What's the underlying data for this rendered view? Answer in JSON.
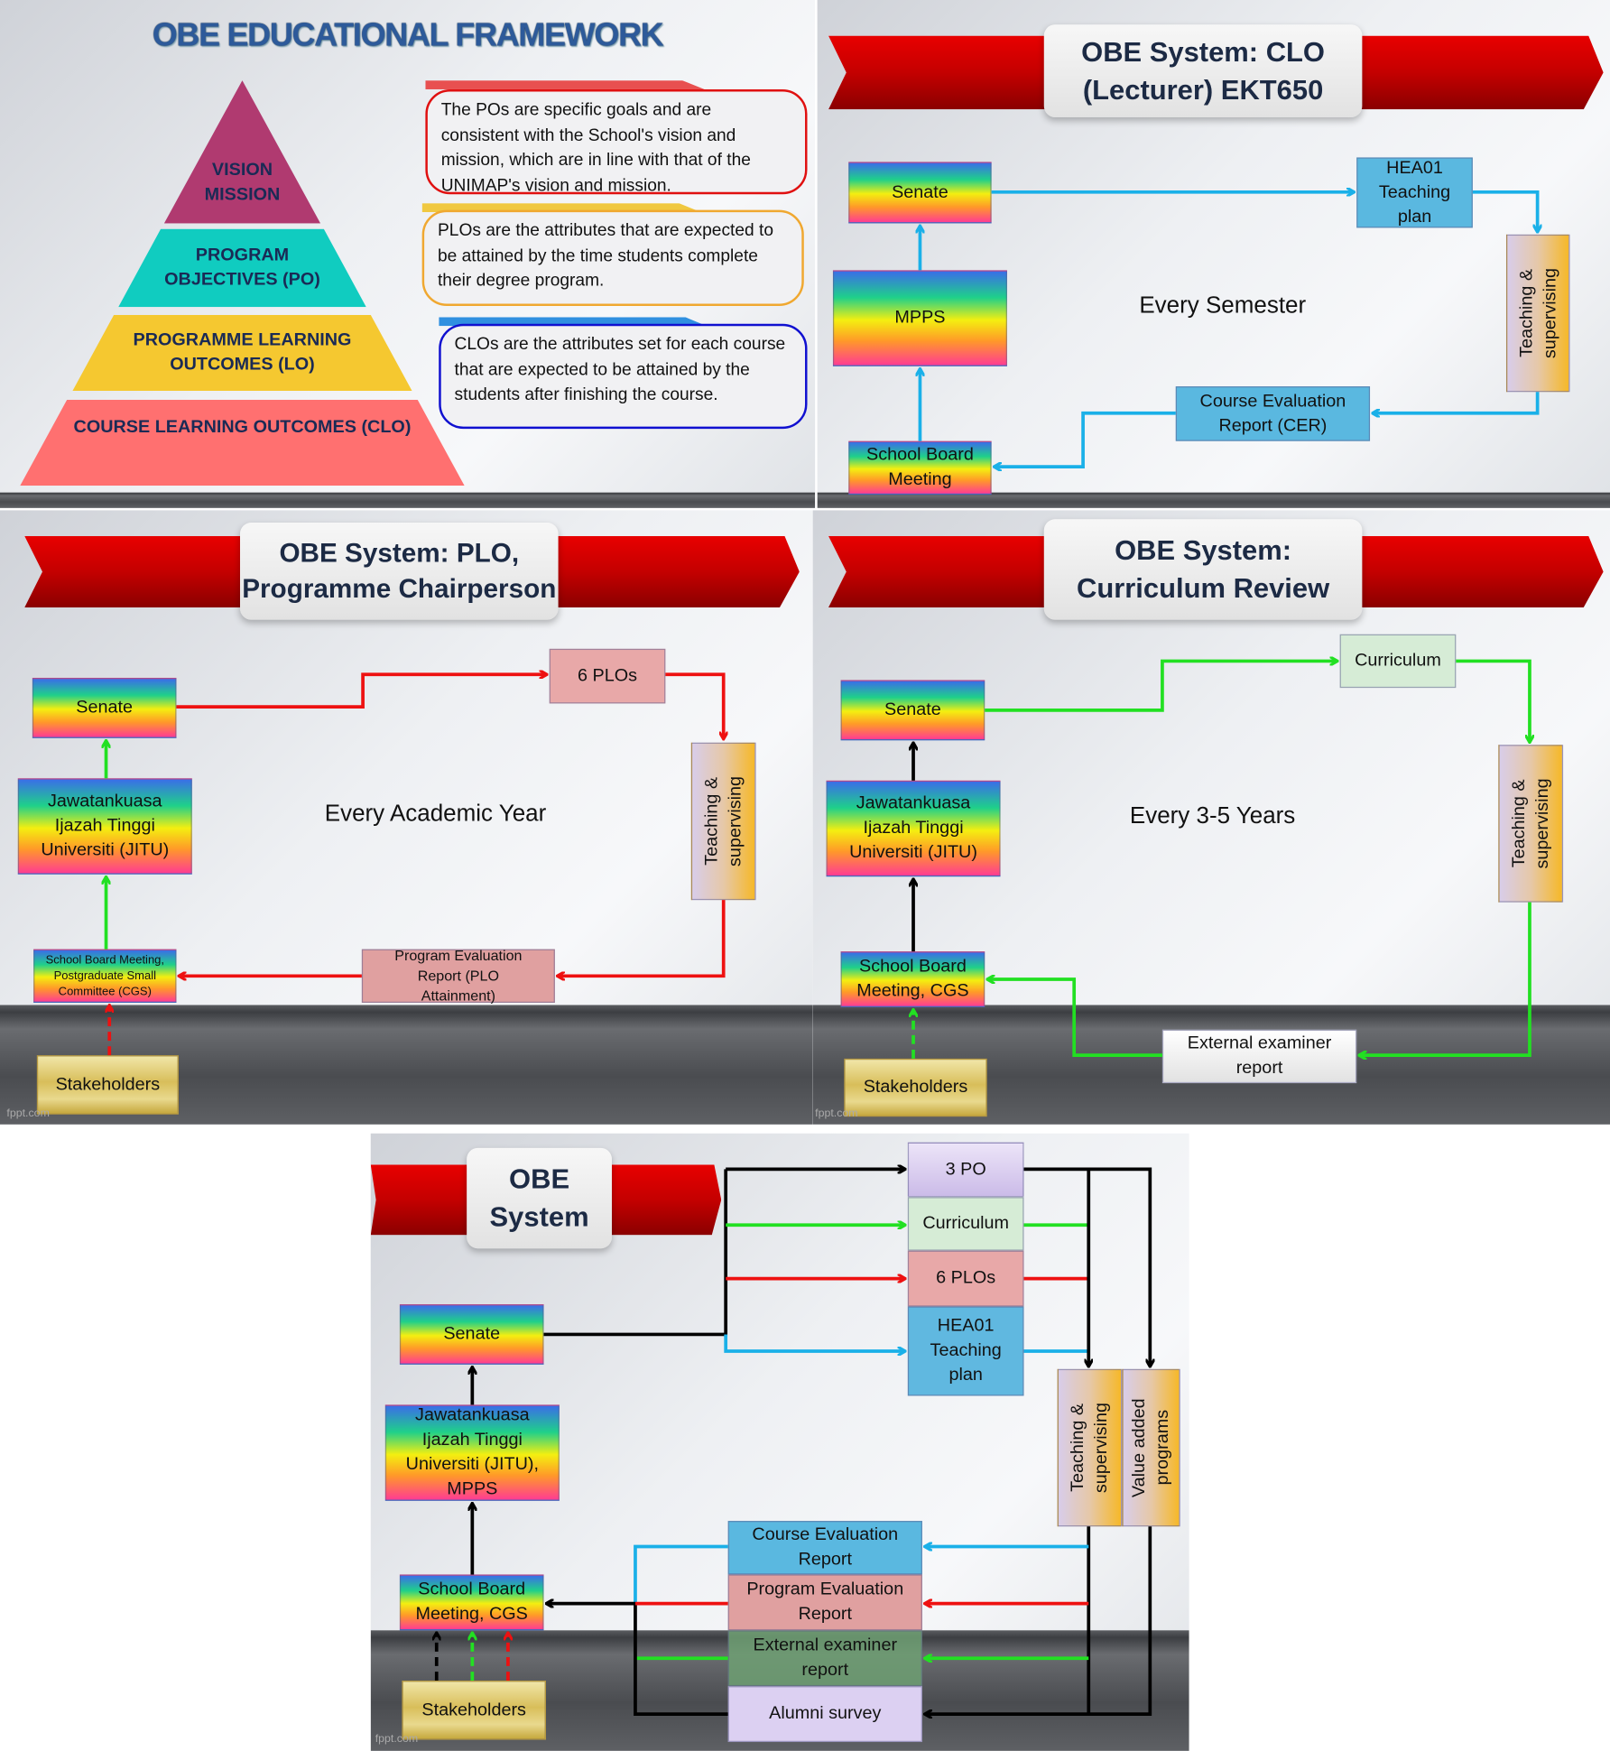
{
  "framework": {
    "title": "OBE EDUCATIONAL FRAMEWORK",
    "levels": [
      "VISION MISSION",
      "PROGRAM OBJECTIVES (PO)",
      "PROGRAMME LEARNING OUTCOMES (LO)",
      "COURSE LEARNING OUTCOMES (CLO)"
    ],
    "notes": [
      "The POs are specific goals and are consistent with the School's vision and mission, which are in line with that of the UNIMAP's vision and mission.",
      "PLOs are the attributes that are expected to be attained by the time students complete their degree program.",
      "CLOs are the attributes set for each course that are expected to be attained by the students after finishing the course."
    ]
  },
  "clo": {
    "title1": "OBE System: CLO",
    "title2": "(Lecturer) EKT650",
    "frequency": "Every Semester",
    "senate": "Senate",
    "mpps": "MPPS",
    "school_board": "School Board Meeting",
    "hea01": "HEA01 Teaching plan",
    "teaching": "Teaching & supervising",
    "cer": "Course Evaluation Report (CER)"
  },
  "plo": {
    "title1": "OBE System: PLO,",
    "title2": "Programme Chairperson",
    "frequency": "Every Academic Year",
    "senate": "Senate",
    "jitu": "Jawatankuasa Ijazah Tinggi Universiti (JITU)",
    "school_board": "School Board Meeting, Postgraduate Small Committee (CGS)",
    "stakeholders": "Stakeholders",
    "plos": "6 PLOs",
    "teaching": "Teaching & supervising",
    "per": "Program Evaluation Report (PLO Attainment)",
    "watermark": "fppt.com"
  },
  "curriculum": {
    "title1": "OBE System:",
    "title2": "Curriculum Review",
    "frequency": "Every 3-5 Years",
    "senate": "Senate",
    "jitu": "Jawatankuasa Ijazah Tinggi Universiti (JITU)",
    "school_board": "School Board Meeting, CGS",
    "stakeholders": "Stakeholders",
    "curriculum": "Curriculum",
    "teaching": "Teaching & supervising",
    "eer": "External examiner report",
    "watermark": "fppt.com"
  },
  "system": {
    "title1": "OBE",
    "title2": "System",
    "senate": "Senate",
    "jitu": "Jawatankuasa Ijazah Tinggi Universiti (JITU), MPPS",
    "school_board": "School Board Meeting, CGS",
    "stakeholders": "Stakeholders",
    "po": "3 PO",
    "curriculum": "Curriculum",
    "plos": "6 PLOs",
    "hea01": "HEA01 Teaching plan",
    "teaching": "Teaching & supervising",
    "value_added": "Value added programs",
    "cer": "Course Evaluation Report",
    "per": "Program Evaluation Report",
    "eer": "External examiner report",
    "alumni": "Alumni survey",
    "watermark": "fppt.com"
  },
  "colors": {
    "blue_arrow": "#1ab0e8",
    "red_arrow": "#ee1111",
    "green_arrow": "#22e022",
    "black_arrow": "#000000"
  }
}
